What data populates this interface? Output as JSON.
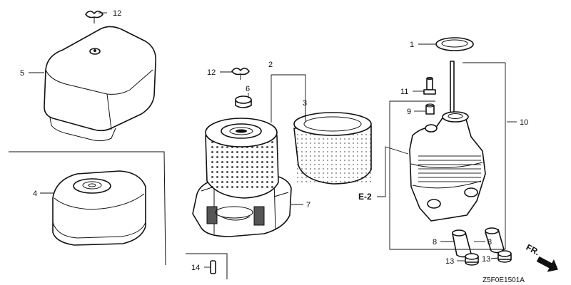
{
  "labels": {
    "p1": "1",
    "p2": "2",
    "p3": "3",
    "p4": "4",
    "p5": "5",
    "p6": "6",
    "p7": "7",
    "p8a": "8",
    "p8b": "8",
    "p9": "9",
    "p10": "10",
    "p11": "11",
    "p12a": "12",
    "p12b": "12",
    "p13a": "13",
    "p13b": "13",
    "p14": "14"
  },
  "reference": "E-2",
  "direction": "FR.",
  "diagram_code": "Z5F0E1501A",
  "colors": {
    "line": "#111111",
    "background": "#ffffff"
  }
}
